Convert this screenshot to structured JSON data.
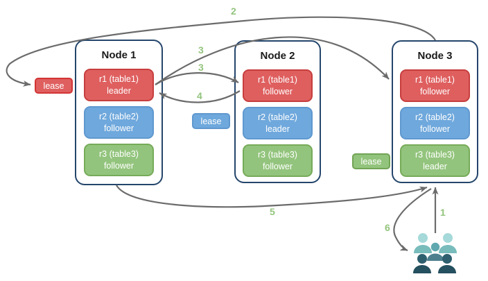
{
  "diagram": {
    "nodes": [
      {
        "title": "Node 1",
        "replicas": [
          {
            "name": "r1 (table1)",
            "role": "leader"
          },
          {
            "name": "r2 (table2)",
            "role": "follower"
          },
          {
            "name": "r3 (table3)",
            "role": "follower"
          }
        ]
      },
      {
        "title": "Node 2",
        "replicas": [
          {
            "name": "r1 (table1)",
            "role": "follower"
          },
          {
            "name": "r2 (table2)",
            "role": "leader"
          },
          {
            "name": "r3 (table3)",
            "role": "follower"
          }
        ]
      },
      {
        "title": "Node 3",
        "replicas": [
          {
            "name": "r1 (table1)",
            "role": "follower"
          },
          {
            "name": "r2 (table2)",
            "role": "follower"
          },
          {
            "name": "r3 (table3)",
            "role": "leader"
          }
        ]
      }
    ],
    "leases": [
      {
        "label": "lease",
        "color": "#df5f5f"
      },
      {
        "label": "lease",
        "color": "#6fa8dc"
      },
      {
        "label": "lease",
        "color": "#93c47d"
      }
    ],
    "steps": {
      "s1": "1",
      "s2": "2",
      "s3a": "3",
      "s3b": "3",
      "s4": "4",
      "s5": "5",
      "s6": "6"
    },
    "icons": {
      "users": "users-group-icon"
    },
    "colors": {
      "replica_table1_fill": "#df5f5f",
      "replica_table1_border": "#c73e3e",
      "replica_table2_fill": "#6fa8dc",
      "replica_table2_border": "#5f98cf",
      "replica_table3_fill": "#93c47d",
      "replica_table3_border": "#76ab59",
      "node_border": "#24456b",
      "arrow": "#6b6b6b",
      "step_label": "#93c47d",
      "users_light_head": "#a6d9d9",
      "users_light_body": "#79bcbc",
      "users_mid_head": "#5fa8b0",
      "users_mid_body": "#4d7f8f",
      "users_dark_head": "#2d5f6f",
      "users_dark_body": "#24505f"
    }
  }
}
